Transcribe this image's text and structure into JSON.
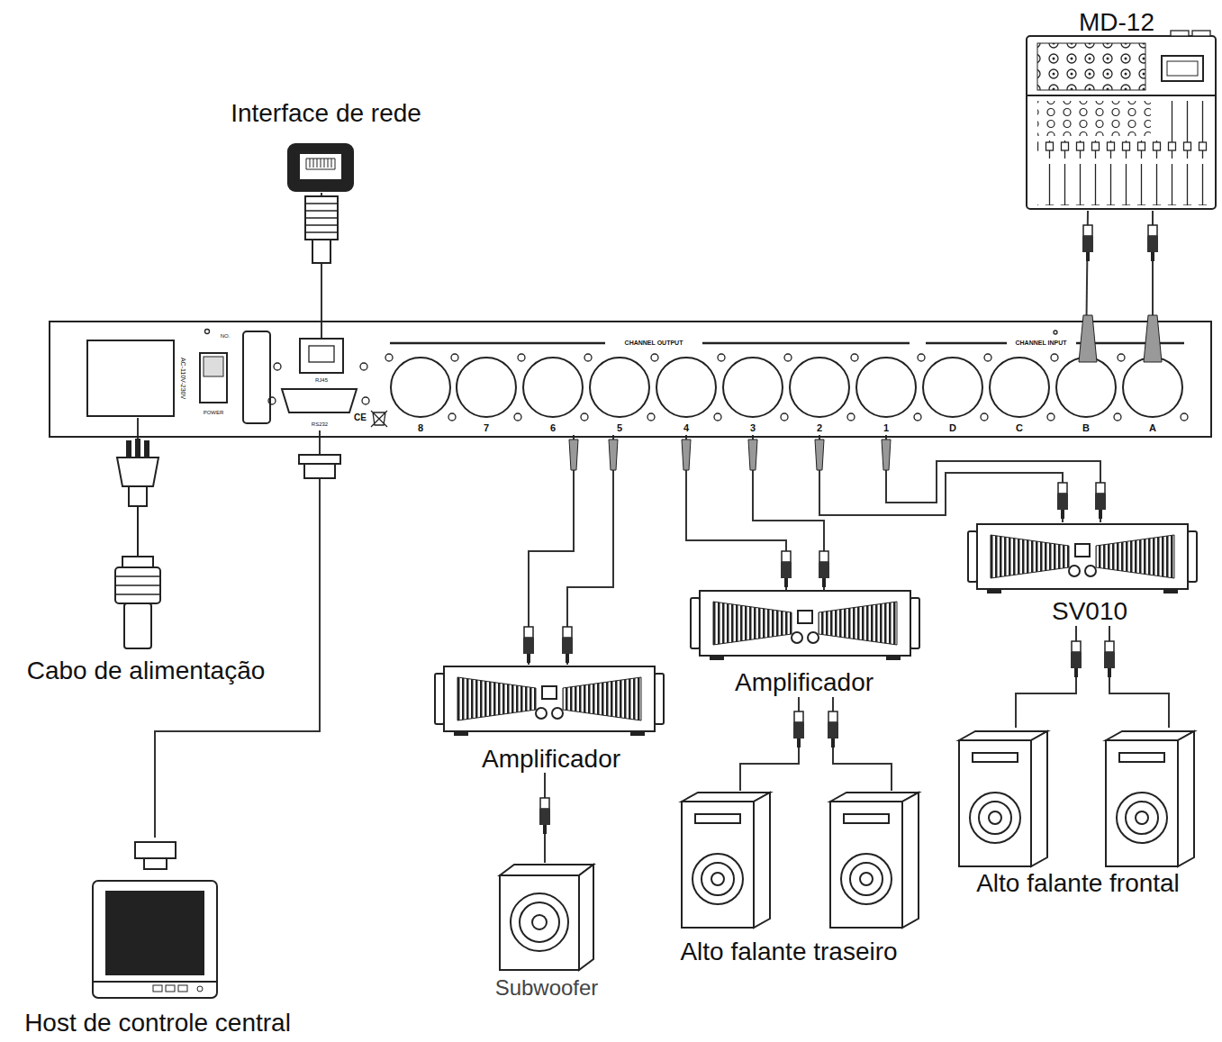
{
  "diagram": {
    "nodes": [
      {
        "text": [
          "MD-12"
        ]
      },
      {
        "text": [
          "Interface de rede"
        ]
      },
      {
        "text": [
          "CHANNEL OUTPUT",
          "CHANNEL INPUT"
        ]
      },
      {
        "text": [
          "AC-110V-230V"
        ],
        "in": 2
      },
      {
        "text": [
          "RJ45"
        ],
        "in": 2
      },
      {
        "text": [
          "RS232"
        ],
        "in": 2
      },
      {
        "text": [
          "8"
        ],
        "in": 2
      },
      {
        "text": [
          "7"
        ],
        "in": 2
      },
      {
        "text": [
          "6"
        ],
        "in": 2
      },
      {
        "text": [
          "5"
        ],
        "in": 2
      },
      {
        "text": [
          "4"
        ],
        "in": 2
      },
      {
        "text": [
          "3"
        ],
        "in": 2
      },
      {
        "text": [
          "2"
        ],
        "in": 2
      },
      {
        "text": [
          "1"
        ],
        "in": 2
      },
      {
        "text": [
          "D"
        ],
        "in": 2
      },
      {
        "text": [
          "C"
        ],
        "in": 2
      },
      {
        "text": [
          "B"
        ],
        "in": 2
      },
      {
        "text": [
          "A"
        ],
        "in": 2
      },
      {
        "text": [
          "Cabo de alimentação"
        ]
      },
      {
        "text": [
          "Amplificador"
        ]
      },
      {
        "text": [
          "Amplificador"
        ]
      },
      {
        "text": [
          "SV010"
        ]
      },
      {
        "text": [
          "Subwoofer"
        ]
      },
      {
        "text": [
          "Alto falante traseiro"
        ]
      },
      {
        "text": [
          "Alto falante frontal"
        ]
      },
      {
        "text": [
          "Host de controle central"
        ]
      }
    ],
    "edges": [
      {
        "from": 0,
        "to": 16,
        "arrow": "none"
      },
      {
        "from": 0,
        "to": 17,
        "arrow": "none"
      },
      {
        "from": 1,
        "to": 4,
        "arrow": "none"
      },
      {
        "from": 3,
        "to": 18,
        "arrow": "none"
      },
      {
        "from": 5,
        "to": 25,
        "arrow": "none"
      },
      {
        "from": 8,
        "to": 19,
        "arrow": "none"
      },
      {
        "from": 9,
        "to": 19,
        "arrow": "none"
      },
      {
        "from": 10,
        "to": 20,
        "arrow": "none"
      },
      {
        "from": 11,
        "to": 20,
        "arrow": "none"
      },
      {
        "from": 12,
        "to": 21,
        "arrow": "none"
      },
      {
        "from": 13,
        "to": 21,
        "arrow": "none"
      },
      {
        "from": 19,
        "to": 22,
        "arrow": "none"
      },
      {
        "from": 20,
        "to": 23,
        "arrow": "none"
      },
      {
        "from": 20,
        "to": 23,
        "arrow": "none"
      },
      {
        "from": 21,
        "to": 24,
        "arrow": "none"
      },
      {
        "from": 21,
        "to": 24,
        "arrow": "none"
      }
    ],
    "labels": [
      "NO.",
      "POWER",
      "CE"
    ]
  }
}
